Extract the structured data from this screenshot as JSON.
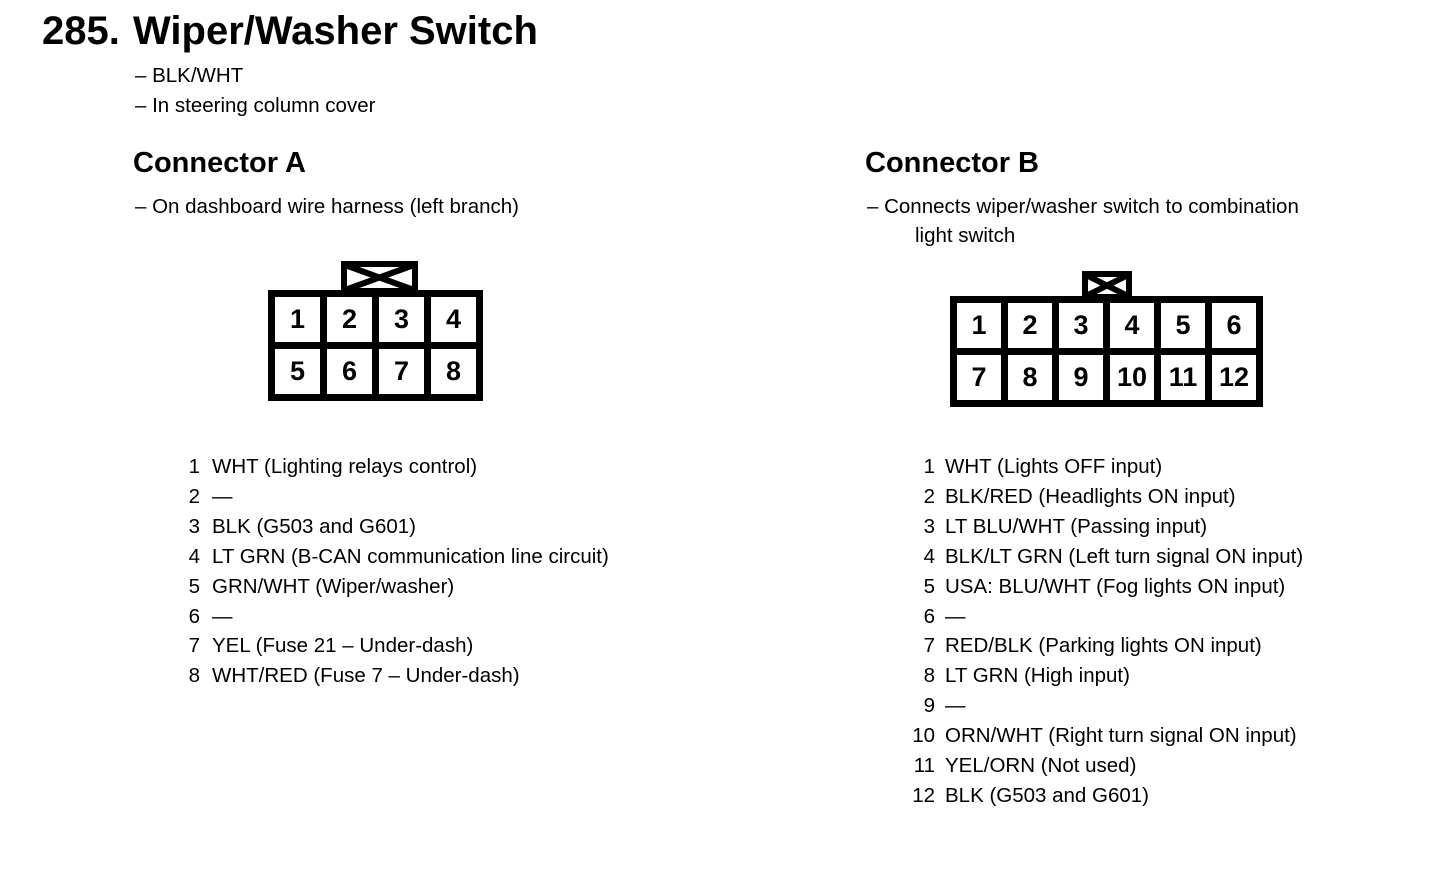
{
  "colors": {
    "ink": "#000000",
    "paper": "#ffffff"
  },
  "page": {
    "number": "285.",
    "title": "Wiper/Washer Switch",
    "notes": [
      "– BLK/WHT",
      "– In steering column cover"
    ]
  },
  "connector_a": {
    "heading": "Connector A",
    "notes": [
      "– On dashboard wire harness (left branch)"
    ],
    "grid": {
      "columns": 4,
      "rows": 2,
      "pins": [
        "1",
        "2",
        "3",
        "4",
        "5",
        "6",
        "7",
        "8"
      ]
    },
    "pin_list": [
      {
        "num": "1",
        "desc": "WHT (Lighting relays control)"
      },
      {
        "num": "2",
        "desc": "—"
      },
      {
        "num": "3",
        "desc": "BLK (G503 and G601)"
      },
      {
        "num": "4",
        "desc": "LT GRN (B-CAN communication line circuit)"
      },
      {
        "num": "5",
        "desc": "GRN/WHT (Wiper/washer)"
      },
      {
        "num": "6",
        "desc": "—"
      },
      {
        "num": "7",
        "desc": "YEL (Fuse 21 – Under-dash)"
      },
      {
        "num": "8",
        "desc": "WHT/RED (Fuse 7 – Under-dash)"
      }
    ]
  },
  "connector_b": {
    "heading": "Connector B",
    "notes": [
      "– Connects wiper/washer switch to combination",
      "light switch"
    ],
    "grid": {
      "columns": 6,
      "rows": 2,
      "pins": [
        "1",
        "2",
        "3",
        "4",
        "5",
        "6",
        "7",
        "8",
        "9",
        "10",
        "11",
        "12"
      ]
    },
    "pin_list": [
      {
        "num": "1",
        "desc": "WHT (Lights OFF input)"
      },
      {
        "num": "2",
        "desc": "BLK/RED (Headlights ON input)"
      },
      {
        "num": "3",
        "desc": "LT BLU/WHT (Passing input)"
      },
      {
        "num": "4",
        "desc": "BLK/LT GRN (Left turn signal ON input)"
      },
      {
        "num": "5",
        "desc": "USA: BLU/WHT (Fog lights ON input)"
      },
      {
        "num": "6",
        "desc": "—"
      },
      {
        "num": "7",
        "desc": "RED/BLK (Parking lights ON input)"
      },
      {
        "num": "8",
        "desc": "LT GRN (High input)"
      },
      {
        "num": "9",
        "desc": "—"
      },
      {
        "num": "10",
        "desc": "ORN/WHT (Right turn signal ON input)"
      },
      {
        "num": "11",
        "desc": "YEL/ORN (Not used)"
      },
      {
        "num": "12",
        "desc": "BLK (G503 and G601)"
      }
    ]
  }
}
